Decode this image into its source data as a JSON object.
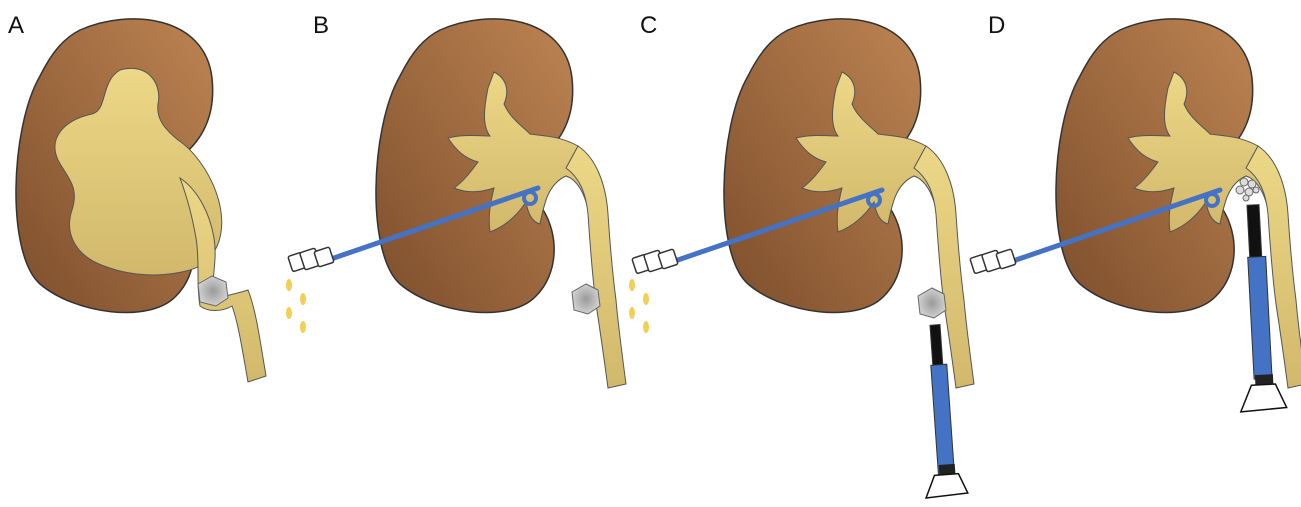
{
  "panels": [
    {
      "label": "A",
      "stage": "obstructing-stone-hydronephrosis"
    },
    {
      "label": "B",
      "stage": "nephrostomy-drainage"
    },
    {
      "label": "C",
      "stage": "ureteroscope-approach"
    },
    {
      "label": "D",
      "stage": "stone-fragmented-pushed-up"
    }
  ],
  "colors": {
    "kidney_light": "#bd8452",
    "kidney_dark": "#7d4e2c",
    "collecting_system": "#ecd887",
    "collecting_system_dark": "#d2b86b",
    "stone": "#c8c8c8",
    "catheter": "#4472c4",
    "outline": "#333333",
    "drops": "#f2cf55",
    "scope_tip": "#111111"
  }
}
